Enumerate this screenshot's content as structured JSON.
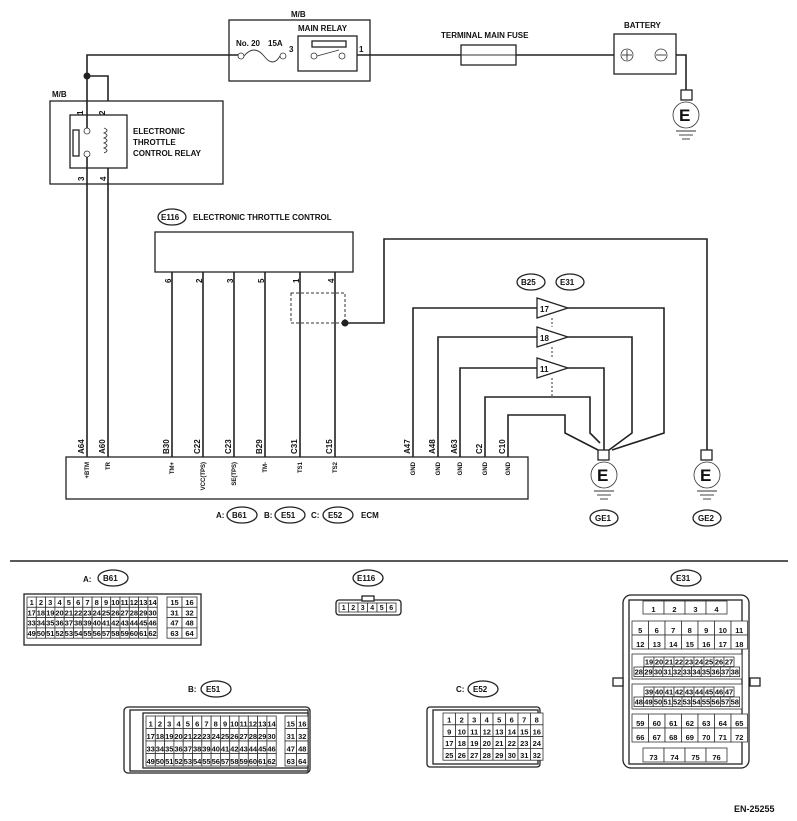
{
  "top": {
    "mb_label_main": "M/B",
    "mb_label_relay": "M/B",
    "fuse_label": "No. 20",
    "fuse_amp": "15A",
    "main_relay": "MAIN RELAY",
    "main_relay_pin_in": "3",
    "main_relay_pin_out": "1",
    "terminal_fuse": "TERMINAL MAIN FUSE",
    "battery": "BATTERY"
  },
  "relay": {
    "name": [
      "ELECTRONIC",
      "THROTTLE",
      "CONTROL RELAY"
    ],
    "pins_top": [
      "1",
      "2"
    ],
    "pins_bottom": [
      "3",
      "4"
    ]
  },
  "etc": {
    "connector": "E116",
    "title": "ELECTRONIC THROTTLE CONTROL",
    "pins": [
      "6",
      "2",
      "3",
      "5",
      "1",
      "4"
    ]
  },
  "joint": {
    "labels": [
      "B25",
      "E31"
    ],
    "pins": [
      "17",
      "18",
      "11"
    ]
  },
  "ecm": {
    "name": "ECM",
    "conn_a_prefix": "A:",
    "conn_a": "B61",
    "conn_b_prefix": "B:",
    "conn_b": "E51",
    "conn_c_prefix": "C:",
    "conn_c": "E52",
    "terminals": [
      "A64",
      "A60",
      "B30",
      "C22",
      "C23",
      "B29",
      "C31",
      "C15",
      "A47",
      "A48",
      "A63",
      "C2",
      "C10"
    ],
    "signals": [
      "+BTM",
      "TR",
      "TM+",
      "VCC(TPS)",
      "SE(TPS)",
      "TM-",
      "TS1",
      "TS2",
      "GND",
      "GND",
      "GND",
      "GND",
      "GND"
    ]
  },
  "grounds": {
    "symbol": "E",
    "ge1": "GE1",
    "ge2": "GE2"
  },
  "connectors": {
    "b61_title_prefix": "A:",
    "b61_title": "B61",
    "b61_row1": [
      "1",
      "2",
      "3",
      "4",
      "5",
      "6",
      "7",
      "8",
      "9",
      "10",
      "11",
      "12",
      "13",
      "14"
    ],
    "b61_row2": [
      "17",
      "18",
      "19",
      "20",
      "21",
      "22",
      "23",
      "24",
      "25",
      "26",
      "27",
      "28",
      "29",
      "30"
    ],
    "b61_row3": [
      "33",
      "34",
      "35",
      "36",
      "37",
      "38",
      "39",
      "40",
      "41",
      "42",
      "43",
      "44",
      "45",
      "46"
    ],
    "b61_row4": [
      "49",
      "50",
      "51",
      "52",
      "53",
      "54",
      "55",
      "56",
      "57",
      "58",
      "59",
      "60",
      "61",
      "62"
    ],
    "b61_side": [
      [
        "15",
        "16"
      ],
      [
        "31",
        "32"
      ],
      [
        "47",
        "48"
      ],
      [
        "63",
        "64"
      ]
    ],
    "e116_title": "E116",
    "e116_pins": [
      "1",
      "2",
      "3",
      "4",
      "5",
      "6"
    ],
    "e51_title_prefix": "B:",
    "e51_title": "E51",
    "e51_row1": [
      "1",
      "2",
      "3",
      "4",
      "5",
      "6",
      "7",
      "8",
      "9",
      "10",
      "11",
      "12",
      "13",
      "14"
    ],
    "e51_row2": [
      "17",
      "18",
      "19",
      "20",
      "21",
      "22",
      "23",
      "24",
      "25",
      "26",
      "27",
      "28",
      "29",
      "30"
    ],
    "e51_row3": [
      "33",
      "34",
      "35",
      "36",
      "37",
      "38",
      "39",
      "40",
      "41",
      "42",
      "43",
      "44",
      "45",
      "46"
    ],
    "e51_row4": [
      "49",
      "50",
      "51",
      "52",
      "53",
      "54",
      "55",
      "56",
      "57",
      "58",
      "59",
      "60",
      "61",
      "62"
    ],
    "e51_side": [
      [
        "15",
        "16"
      ],
      [
        "31",
        "32"
      ],
      [
        "47",
        "48"
      ],
      [
        "63",
        "64"
      ]
    ],
    "e52_title_prefix": "C:",
    "e52_title": "E52",
    "e52_rows": [
      [
        "1",
        "2",
        "3",
        "4",
        "5",
        "6",
        "7",
        "8"
      ],
      [
        "9",
        "10",
        "11",
        "12",
        "13",
        "14",
        "15",
        "16"
      ],
      [
        "17",
        "18",
        "19",
        "20",
        "21",
        "22",
        "23",
        "24"
      ],
      [
        "25",
        "26",
        "27",
        "28",
        "29",
        "30",
        "31",
        "32"
      ]
    ],
    "e31_title": "E31",
    "e31_r1": [
      "1",
      "2",
      "3",
      "4"
    ],
    "e31_r2": [
      "5",
      "6",
      "7",
      "8",
      "9",
      "10",
      "11"
    ],
    "e31_r3": [
      "12",
      "13",
      "14",
      "15",
      "16",
      "17",
      "18"
    ],
    "e31_r4": [
      "19",
      "20",
      "21",
      "22",
      "23",
      "24",
      "25",
      "26",
      "27"
    ],
    "e31_r5": [
      "28",
      "29",
      "30",
      "31",
      "32",
      "33",
      "34",
      "35",
      "36",
      "37",
      "38"
    ],
    "e31_r6": [
      "39",
      "40",
      "41",
      "42",
      "43",
      "44",
      "45",
      "46",
      "47"
    ],
    "e31_r7": [
      "48",
      "49",
      "50",
      "51",
      "52",
      "53",
      "54",
      "55",
      "56",
      "57",
      "58"
    ],
    "e31_r8": [
      "59",
      "60",
      "61",
      "62",
      "63",
      "64",
      "65"
    ],
    "e31_r9": [
      "66",
      "67",
      "68",
      "69",
      "70",
      "71",
      "72"
    ],
    "e31_r10": [
      "73",
      "74",
      "75",
      "76"
    ]
  },
  "footer": {
    "code": "EN-25255"
  }
}
